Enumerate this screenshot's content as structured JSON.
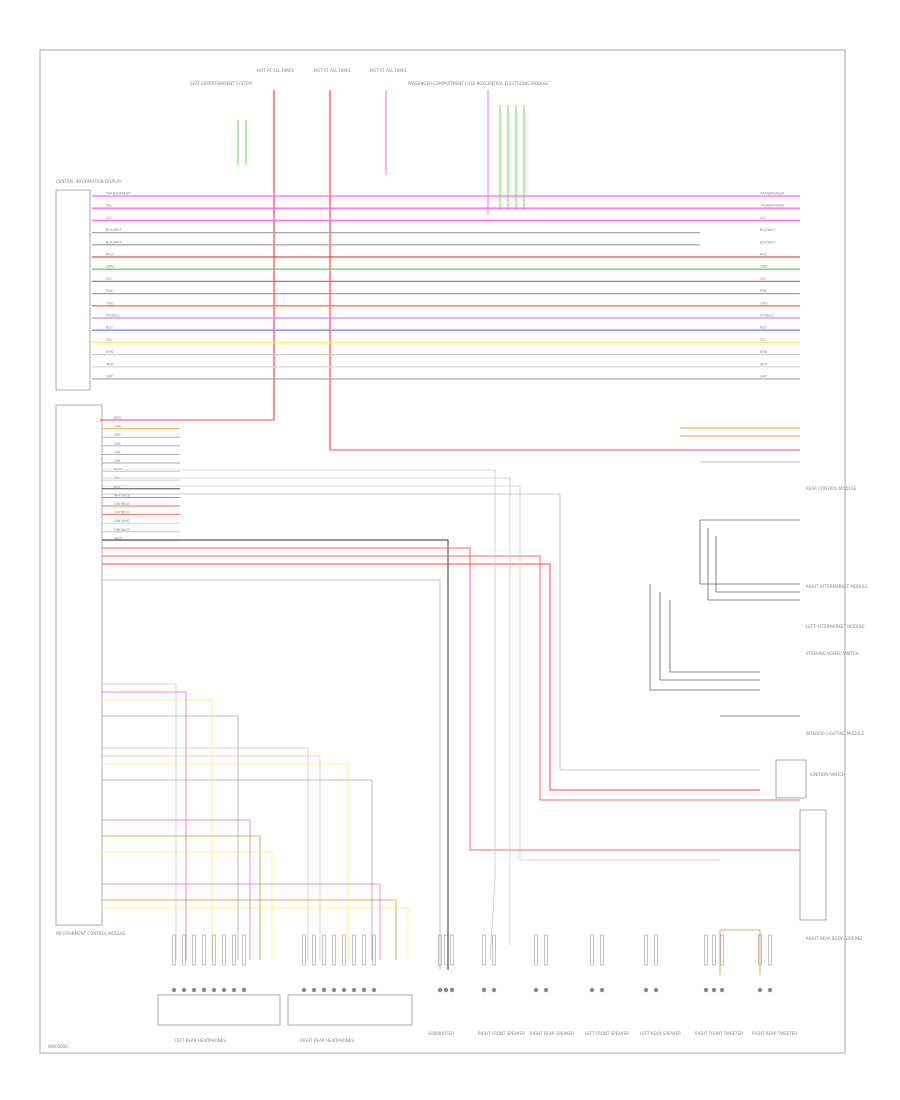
{
  "diagram": {
    "page_code": "WD00000",
    "frame_title": "",
    "top_labels": [
      {
        "text": "SEAT ENTERTAINMENT SYSTEM"
      },
      {
        "text": "HOT AT ALL TIMES"
      },
      {
        "text": "HOT AT ALL TIMES"
      },
      {
        "text": "HOT AT ALL TIMES"
      },
      {
        "text": "PASSENGER COMPARTMENT FUSE BOX"
      },
      {
        "text": "CENTRAL ELECTRONIC MODULE"
      }
    ],
    "upper_module": "CENTRAL INFORMATION DISPLAY",
    "lower_module": "INFOTAINMENT CONTROL MODULE",
    "upper_wires": [
      {
        "code": "TRANSPARENT",
        "color": "#ff66ff"
      },
      {
        "code": "YEL",
        "color": "#ff66ff"
      },
      {
        "code": "VIO",
        "color": "#ff66ff"
      },
      {
        "code": "BLK/WHT",
        "color": "#aaaaaa"
      },
      {
        "code": "BLK/WHT",
        "color": "#aaaaaa"
      },
      {
        "code": "RED",
        "color": "#ff4444"
      },
      {
        "code": "GRN",
        "color": "#66dd55"
      },
      {
        "code": "VIO",
        "color": "#dd44ff"
      },
      {
        "code": "PNK",
        "color": "#ff66cc"
      },
      {
        "code": "ORG",
        "color": "#ff7744"
      },
      {
        "code": "VIO/BLU",
        "color": "#cc88ff"
      },
      {
        "code": "BLU",
        "color": "#7788ff"
      },
      {
        "code": "YEL",
        "color": "#ffee66"
      },
      {
        "code": "BRN",
        "color": "#cccccc"
      },
      {
        "code": "WHT",
        "color": "#dddddd"
      },
      {
        "code": "GRY",
        "color": "#aaaaaa"
      }
    ],
    "lower_wires": [
      {
        "code": "RED",
        "color": "#ff4444"
      },
      {
        "code": "ORG",
        "color": "#ffaa44"
      },
      {
        "code": "GRY",
        "color": "#aaaaaa"
      },
      {
        "code": "GRY",
        "color": "#aaaaaa"
      },
      {
        "code": "GRY",
        "color": "#aaaaaa"
      },
      {
        "code": "GRY",
        "color": "#aaaaaa"
      },
      {
        "code": "WHT",
        "color": "#cccccc"
      },
      {
        "code": "YEL",
        "color": "#cccccc"
      },
      {
        "code": "BLK",
        "color": "#333333"
      },
      {
        "code": "WHT/RED",
        "color": "#ff5555"
      },
      {
        "code": "GRY/RED",
        "color": "#ff6666"
      },
      {
        "code": "GRY/RED",
        "color": "#ff6666"
      },
      {
        "code": "GRY/WHT",
        "color": "#cccccc"
      },
      {
        "code": "GRY/WHT",
        "color": "#bbbbbb"
      },
      {
        "code": "WHT",
        "color": "#cccccc"
      }
    ],
    "right_labels": [
      {
        "text": "TRANSPARENT"
      },
      {
        "text": "TRANSPARENT"
      },
      {
        "text": "VIO"
      },
      {
        "text": "BLK/WHT"
      },
      {
        "text": "BLK/WHT"
      },
      {
        "text": "RED"
      },
      {
        "text": "GRN"
      },
      {
        "text": "VIO"
      },
      {
        "text": "PNK"
      },
      {
        "text": "ORG"
      },
      {
        "text": "VIO/BLU"
      },
      {
        "text": "BLU"
      },
      {
        "text": "YEL"
      },
      {
        "text": "BRN"
      },
      {
        "text": "WHT"
      },
      {
        "text": "GRY"
      }
    ],
    "right_components": [
      {
        "text": "REAR CONTROL MODULE"
      },
      {
        "text": "RIGHT AFTERMARKET MODULE"
      },
      {
        "text": "LEFT AFTERMARKET MODULE"
      },
      {
        "text": "STEERING WHEEL SWITCH"
      },
      {
        "text": "INTERIOR LIGHTING MODULE"
      },
      {
        "text": "IGNITION SWITCH"
      },
      {
        "text": "RIGHT REAR BODY GROUND"
      }
    ],
    "bottom_components": [
      {
        "text": "LEFT REAR HEADPHONES"
      },
      {
        "text": "RIGHT REAR HEADPHONES"
      },
      {
        "text": "SUBWOOFER"
      },
      {
        "text": "RIGHT FRONT SPEAKER"
      },
      {
        "text": "RIGHT REAR SPEAKER"
      },
      {
        "text": "LEFT FRONT SPEAKER"
      },
      {
        "text": "LEFT REAR SPEAKER"
      },
      {
        "text": "RIGHT FRONT TWEETER"
      },
      {
        "text": "RIGHT REAR TWEETER"
      }
    ]
  }
}
